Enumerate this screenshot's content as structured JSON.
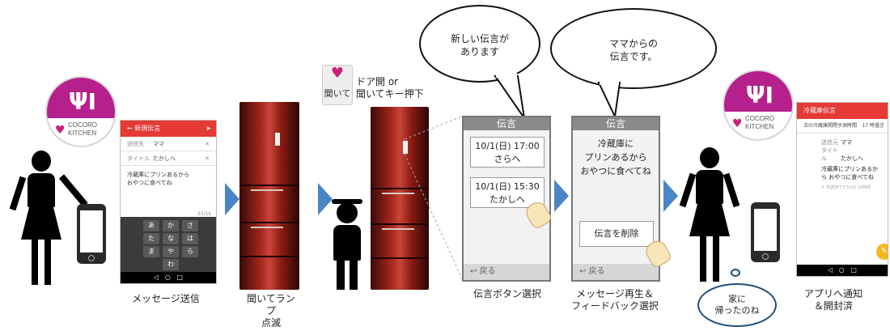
{
  "logo": {
    "name_line1": "COCORO",
    "name_line2": "KITCHEN",
    "icon": "fork-knife-icon",
    "brand_color": "#b5208c"
  },
  "compose_app": {
    "header": "新規伝言",
    "to_label": "送信先",
    "to_value": "ママ",
    "title_label": "タイトル",
    "title_value": "たかしへ",
    "body": "冷蔵庫にプリンあるから おやつに食べてね",
    "counter": "25/1k",
    "keys": [
      "あ",
      "か",
      "さ",
      "た",
      "な",
      "は",
      "ま",
      "や",
      "ら",
      "わ"
    ],
    "header_color": "#e53935"
  },
  "kikite_button": {
    "label": "聞いて",
    "note_line1": "ドア開 or",
    "note_line2": "聞いてキー押下"
  },
  "screen1": {
    "title": "伝言",
    "items": [
      {
        "date": "10/1(日) 17:00",
        "to": "さらへ"
      },
      {
        "date": "10/1(日) 15:30",
        "to": "たかしへ"
      }
    ],
    "footer": "戻る"
  },
  "screen2": {
    "title": "伝言",
    "line1": "冷蔵庫に",
    "line2": "プリンあるから",
    "line3": "おやつに食べてね",
    "delete_button": "伝言を削除",
    "footer": "戻る"
  },
  "bubbles": {
    "b1_line1": "新しい伝言が",
    "b1_line2": "あります",
    "b2_line1": "ママからの",
    "b2_line2": "伝言です。",
    "thought_line1": "家に",
    "thought_line2": "帰ったのね"
  },
  "notify_app": {
    "header": "冷蔵庫伝言",
    "subheader": "次の冷蔵庫開閉予測時間",
    "subheader_value": "17 時過ぎ",
    "to_label": "送信元",
    "to_value": "ママ",
    "title_label": "タイトル",
    "title_value": "たかしへ",
    "body": "冷蔵庫にプリンあるから おやつに食べてね",
    "note": "⑦ 既読済ですね(9) 10時頃"
  },
  "captions": {
    "c1": "メッセージ送信",
    "c2_line1": "聞いてランプ",
    "c2_line2": "点滅",
    "c3": "伝言ボタン選択",
    "c4_line1": "メッセージ再生＆",
    "c4_line2": "フィードバック選択",
    "c5_line1": "アプリへ通知",
    "c5_line2": "＆開封済"
  },
  "colors": {
    "arrow": "#4a86c5",
    "screen_title": "#8a8a8a"
  }
}
